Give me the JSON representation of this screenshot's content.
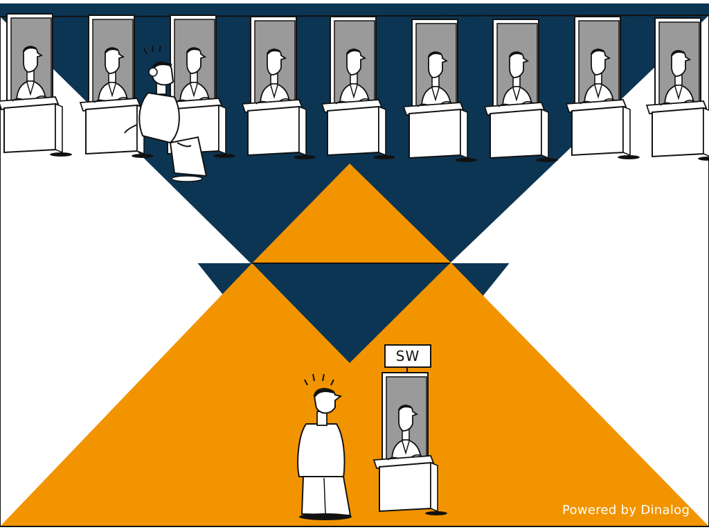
{
  "colors": {
    "navy": "#0c3553",
    "orange": "#f29400",
    "outline": "#111111",
    "booth_interior": "#9a9a9a",
    "paper": "#ffffff"
  },
  "top_row": {
    "description_icon": "service-booth-icon",
    "booth_count": 9,
    "visitor_icon": "confused-person-icon"
  },
  "bottom": {
    "sign_text": "SW",
    "booth_icon": "service-booth-icon",
    "visitor_icon": "person-icon"
  },
  "caption": "Powered by Dinalog"
}
